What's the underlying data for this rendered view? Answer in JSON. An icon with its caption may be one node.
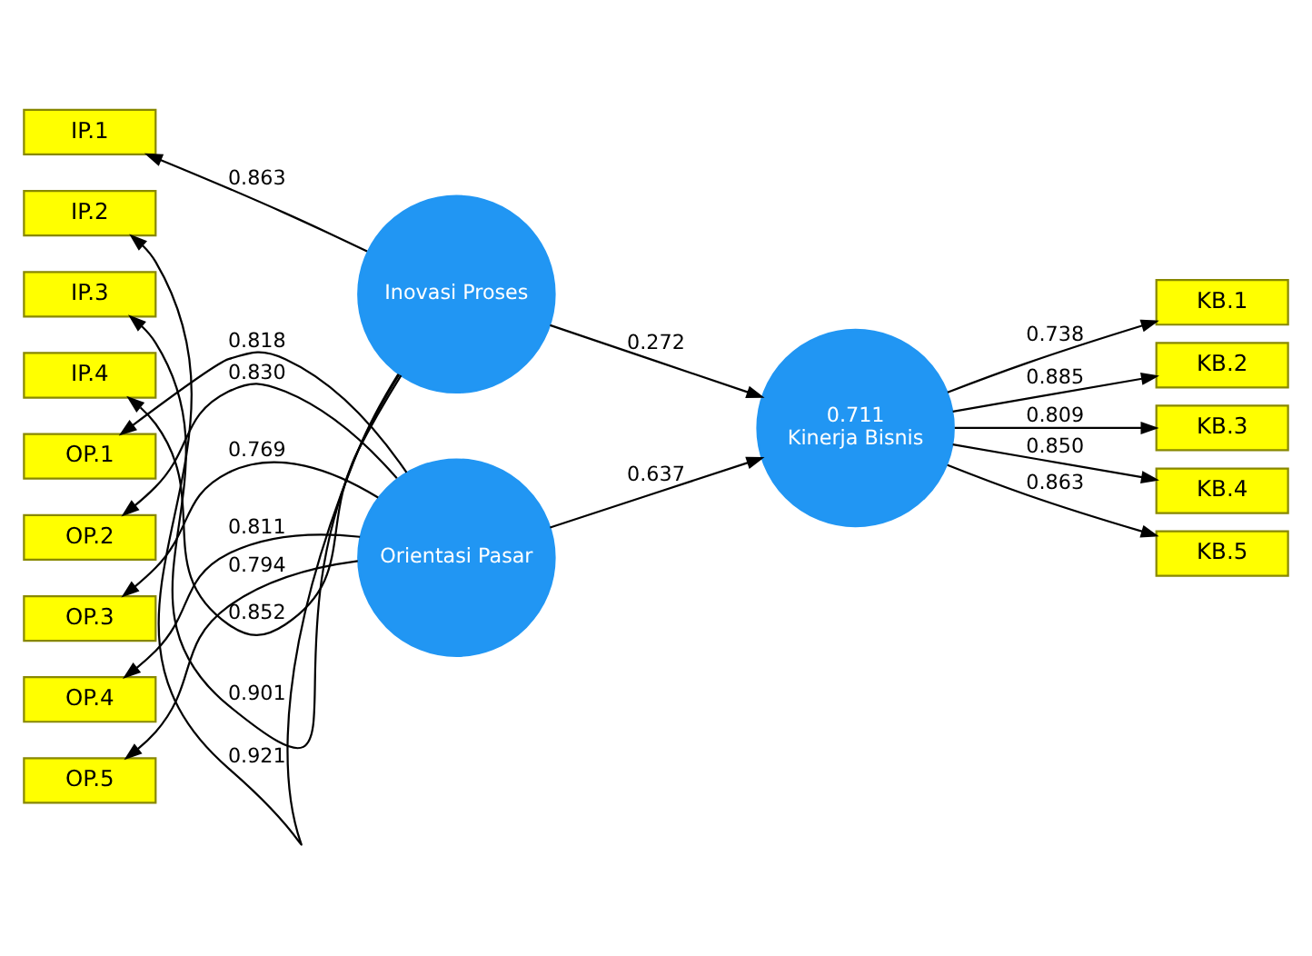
{
  "diagram": {
    "nodes": [
      {
        "text": [
          "IP.1"
        ]
      },
      {
        "text": [
          "IP.2"
        ]
      },
      {
        "text": [
          "IP.3"
        ]
      },
      {
        "text": [
          "IP.4"
        ]
      },
      {
        "text": [
          "Inovasi Proses"
        ]
      },
      {
        "text": [
          "0.711",
          "Kinerja Bisnis"
        ]
      },
      {
        "text": [
          "KB.1"
        ]
      },
      {
        "text": [
          "KB.2"
        ]
      },
      {
        "text": [
          "KB.3"
        ]
      },
      {
        "text": [
          "KB.4"
        ]
      },
      {
        "text": [
          "KB.5"
        ]
      },
      {
        "text": [
          "OP.1"
        ]
      },
      {
        "text": [
          "OP.2"
        ]
      },
      {
        "text": [
          "OP.3"
        ]
      },
      {
        "text": [
          "OP.4"
        ]
      },
      {
        "text": [
          "OP.5"
        ]
      },
      {
        "text": [
          "Orientasi Pasar"
        ]
      }
    ],
    "edges": [
      {
        "from": 4,
        "to": 0,
        "arrow": "to",
        "label": "0.863"
      },
      {
        "from": 4,
        "to": 1,
        "arrow": "to",
        "label": "0.921"
      },
      {
        "from": 4,
        "to": 2,
        "arrow": "to",
        "label": "0.901"
      },
      {
        "from": 4,
        "to": 3,
        "arrow": "to",
        "label": "0.852"
      },
      {
        "from": 4,
        "to": 5,
        "arrow": "to",
        "label": "0.272"
      },
      {
        "from": 16,
        "to": 5,
        "arrow": "to",
        "label": "0.637"
      },
      {
        "from": 5,
        "to": 6,
        "arrow": "to",
        "label": "0.738"
      },
      {
        "from": 5,
        "to": 7,
        "arrow": "to",
        "label": "0.885"
      },
      {
        "from": 5,
        "to": 8,
        "arrow": "to",
        "label": "0.809"
      },
      {
        "from": 5,
        "to": 9,
        "arrow": "to",
        "label": "0.850"
      },
      {
        "from": 5,
        "to": 10,
        "arrow": "to",
        "label": "0.863"
      },
      {
        "from": 16,
        "to": 11,
        "arrow": "to",
        "label": "0.818"
      },
      {
        "from": 16,
        "to": 12,
        "arrow": "to",
        "label": "0.830"
      },
      {
        "from": 16,
        "to": 13,
        "arrow": "to",
        "label": "0.769"
      },
      {
        "from": 16,
        "to": 14,
        "arrow": "to",
        "label": "0.811"
      },
      {
        "from": 16,
        "to": 15,
        "arrow": "to",
        "label": "0.794"
      }
    ]
  }
}
